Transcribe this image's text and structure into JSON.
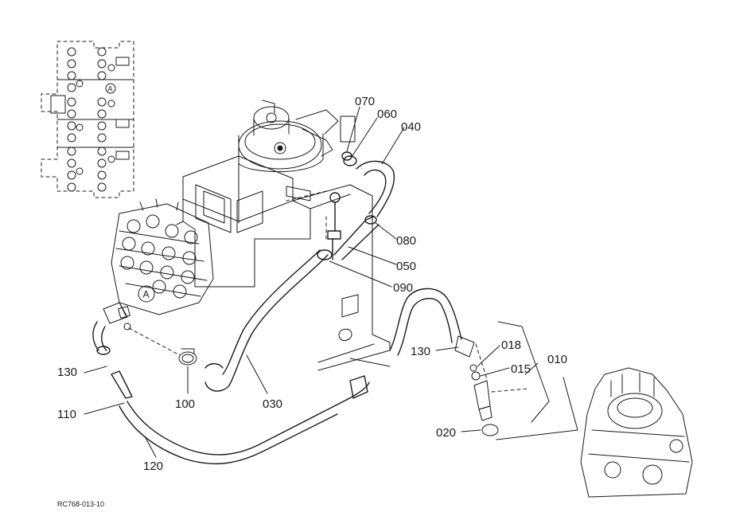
{
  "callouts": {
    "p070": "070",
    "p060": "060",
    "p040": "040",
    "p080": "080",
    "p050": "050",
    "p090": "090",
    "p130_right": "130",
    "p018": "018",
    "p015": "015",
    "p010": "010",
    "p020": "020",
    "p130_left": "130",
    "p110": "110",
    "p100": "100",
    "p030": "030",
    "p120": "120"
  },
  "view_markers": {
    "marker_top": "A",
    "marker_valve": "A"
  },
  "drawing_code": "RC768-013-10"
}
